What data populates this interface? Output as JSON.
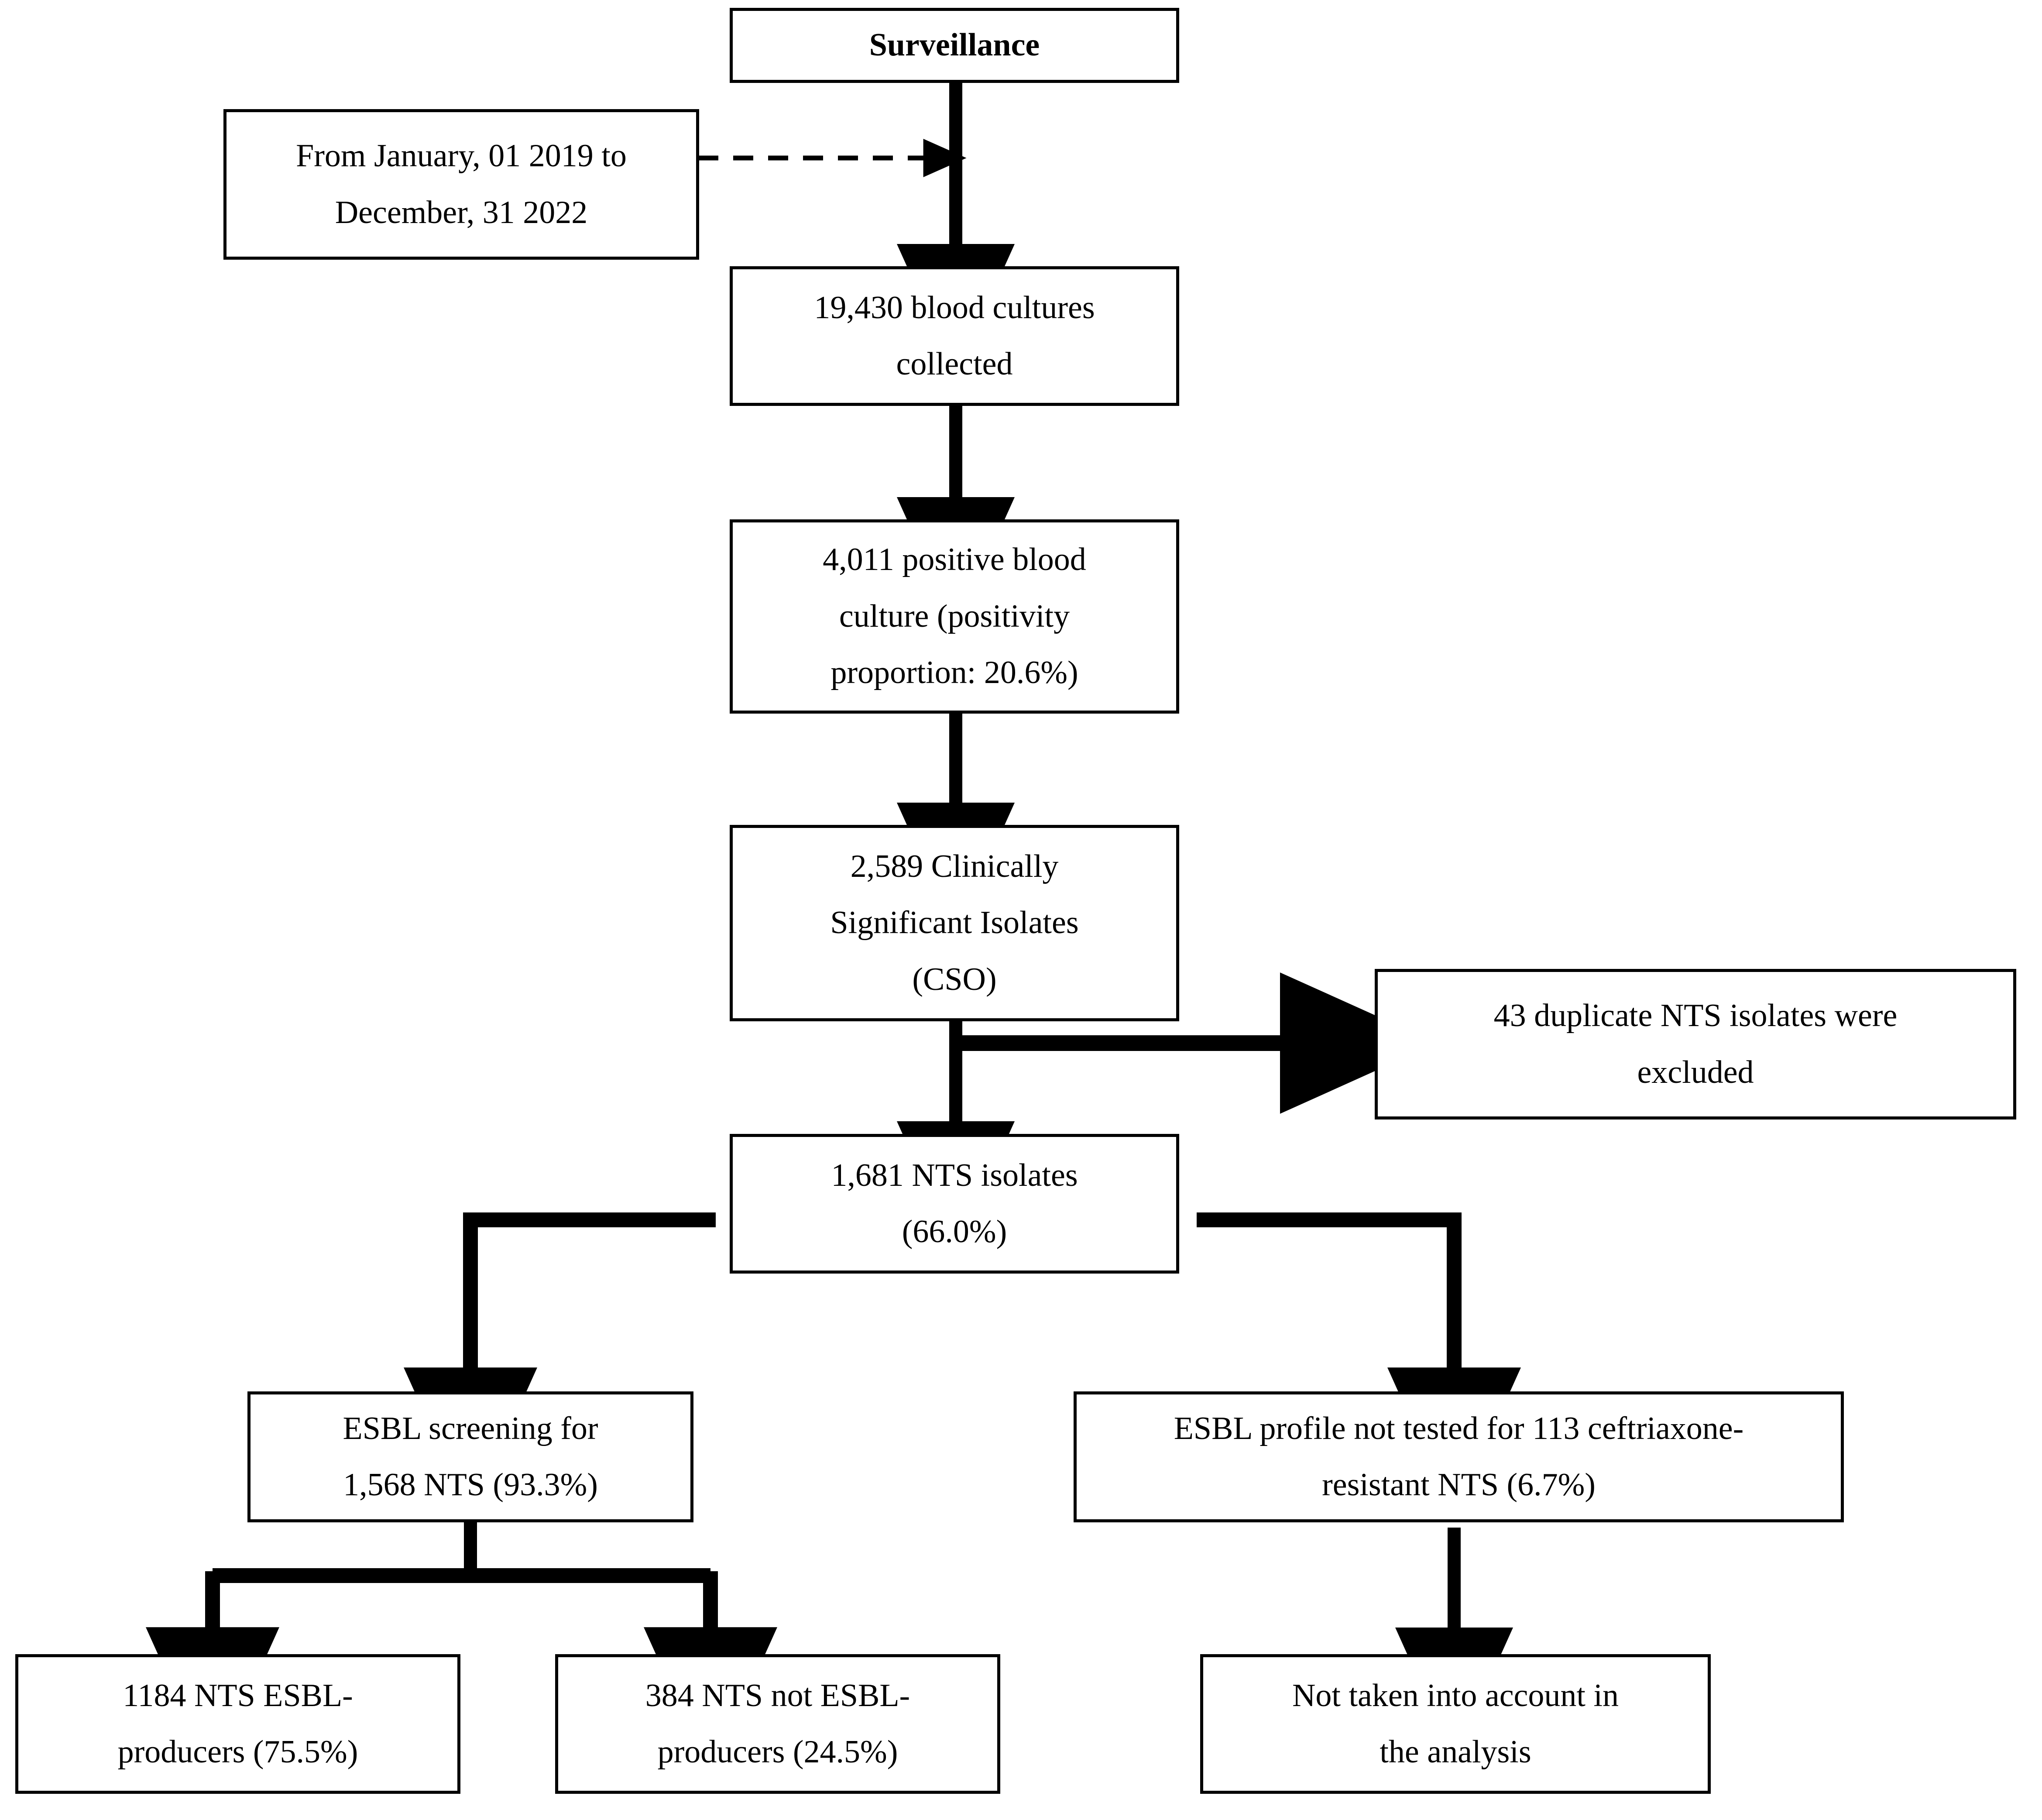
{
  "diagram": {
    "title": "NTS bloodstream isolate surveillance flowchart",
    "colors": {
      "stroke": "#000000",
      "background": "#ffffff",
      "text": "#000000"
    },
    "nodes": {
      "surveillance": {
        "lines": [
          "Surveillance"
        ]
      },
      "period": {
        "lines": [
          "From January, 01 2019 to",
          "December, 31 2022"
        ]
      },
      "blood_cultures": {
        "lines": [
          "19,430 blood cultures",
          "collected"
        ]
      },
      "positive_cultures": {
        "lines": [
          "4,011 positive blood",
          "culture (positivity",
          "proportion: 20.6%)"
        ]
      },
      "cso": {
        "lines": [
          "2,589 Clinically",
          "Significant Isolates",
          "(CSO)"
        ]
      },
      "duplicates_excluded": {
        "lines": [
          "43 duplicate NTS isolates were",
          "excluded"
        ]
      },
      "nts_isolates": {
        "lines": [
          "1,681 NTS isolates",
          "(66.0%)"
        ]
      },
      "esbl_screening": {
        "lines": [
          "ESBL screening for",
          "1,568 NTS (93.3%)"
        ]
      },
      "esbl_not_tested": {
        "lines": [
          "ESBL profile not tested for 113 ceftriaxone-",
          "resistant NTS (6.7%)"
        ]
      },
      "esbl_producers": {
        "lines": [
          "1184 NTS ESBL-",
          "producers (75.5%)"
        ]
      },
      "non_esbl_producers": {
        "lines": [
          "384 NTS not ESBL-",
          "producers (24.5%)"
        ]
      },
      "not_taken": {
        "lines": [
          "Not taken into account in",
          "the analysis"
        ]
      }
    },
    "edges": [
      {
        "name": "period-to-pipeline",
        "style": "dashed-arrow"
      },
      {
        "name": "surveillance-to-blood-cultures",
        "style": "solid-arrow"
      },
      {
        "name": "blood-cultures-to-positive",
        "style": "solid-arrow"
      },
      {
        "name": "positive-to-cso",
        "style": "solid-arrow"
      },
      {
        "name": "cso-to-duplicates",
        "style": "solid-arrow"
      },
      {
        "name": "cso-to-nts",
        "style": "solid-arrow"
      },
      {
        "name": "nts-to-esbl-screening",
        "style": "elbow-arrow"
      },
      {
        "name": "nts-to-esbl-not-tested",
        "style": "elbow-arrow"
      },
      {
        "name": "esbl-screening-to-producers",
        "style": "elbow-arrow"
      },
      {
        "name": "esbl-screening-to-non-producers",
        "style": "elbow-arrow"
      },
      {
        "name": "esbl-not-tested-to-not-taken",
        "style": "solid-arrow"
      }
    ]
  }
}
